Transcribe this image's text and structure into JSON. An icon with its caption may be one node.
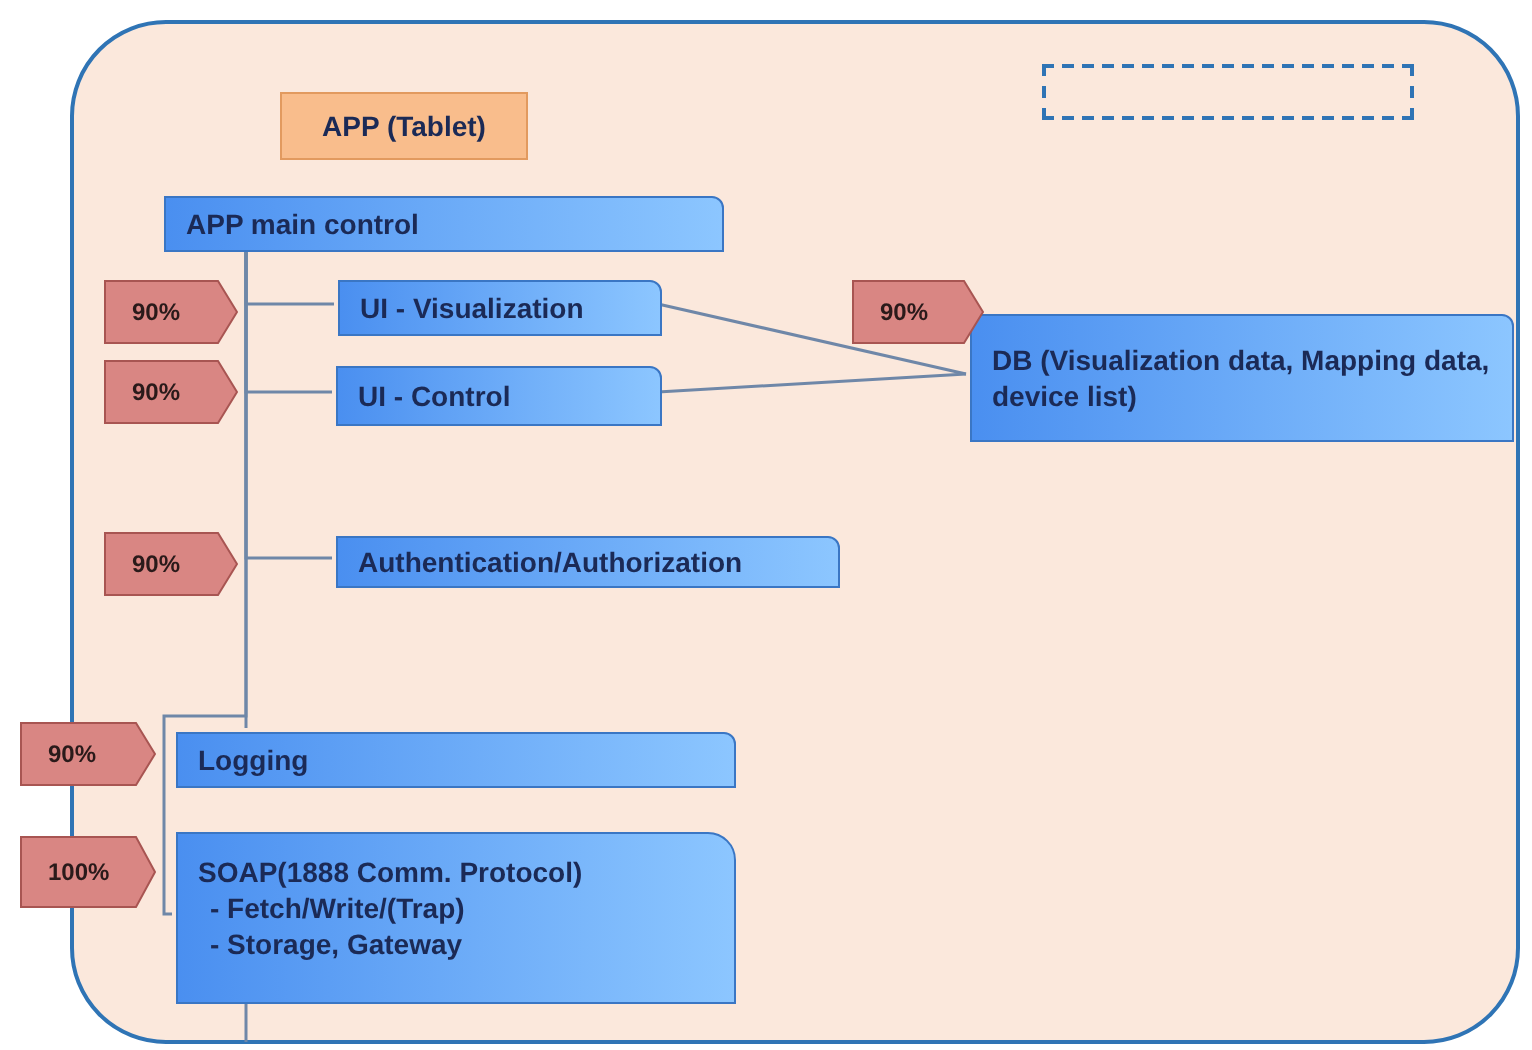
{
  "diagram": {
    "nodes": [
      {
        "text": [],
        "shape": "box"
      },
      {
        "text": [
          "APP (Tablet)"
        ],
        "in": 0
      },
      {
        "text": [],
        "shape": "box",
        "in": 0
      },
      {
        "text": [
          "APP main control"
        ],
        "in": 0
      },
      {
        "text": [
          "UI -  Visualization"
        ],
        "in": 0
      },
      {
        "text": [
          "UI - Control"
        ],
        "in": 0
      },
      {
        "text": [
          "Authentication/Authorization"
        ],
        "in": 0
      },
      {
        "text": [
          "Logging"
        ],
        "in": 0
      },
      {
        "text": [
          "SOAP(1888 Comm. Protocol)",
          "- Fetch/Write/(Trap)",
          "- Storage, Gateway"
        ],
        "in": 0
      },
      {
        "text": [
          "DB (Visualization data, Mapping data, device list)"
        ],
        "in": 0
      },
      {
        "text": [
          "90%"
        ],
        "in": 0
      },
      {
        "text": [
          "90%"
        ],
        "in": 0
      },
      {
        "text": [
          "90%"
        ],
        "in": 0
      },
      {
        "text": [
          "90%"
        ],
        "in": 0
      },
      {
        "text": [
          "90%"
        ]
      },
      {
        "text": [
          "100%"
        ]
      }
    ],
    "edges": [
      {
        "from": 3,
        "to": 4,
        "arrow": "none"
      },
      {
        "from": 3,
        "to": 5,
        "arrow": "none"
      },
      {
        "from": 3,
        "to": 6,
        "arrow": "none"
      },
      {
        "from": 3,
        "to": 7,
        "arrow": "none"
      },
      {
        "from": 3,
        "to": 8,
        "arrow": "none"
      },
      {
        "from": 4,
        "to": 9,
        "arrow": "none"
      },
      {
        "from": 5,
        "to": 9,
        "arrow": "none"
      }
    ]
  }
}
